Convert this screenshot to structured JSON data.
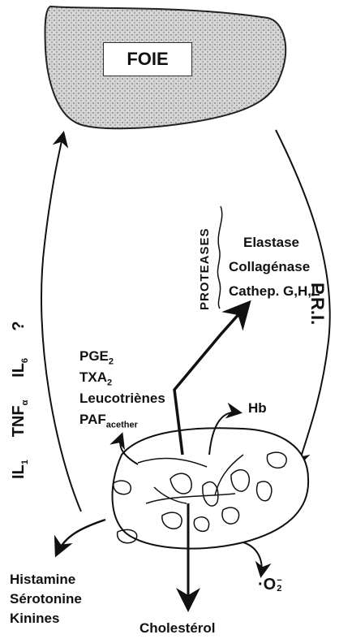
{
  "organ": {
    "label": "FOIE"
  },
  "left_arc": {
    "labels": [
      {
        "base": "IL",
        "sub": "1"
      },
      {
        "base": "TNF",
        "sub": "α"
      },
      {
        "base": "IL",
        "sub": "6"
      },
      {
        "base": "?",
        "sub": ""
      }
    ]
  },
  "right_arc": {
    "label": "P.R.I."
  },
  "proteases": {
    "group_label": "PROTEASES",
    "items": [
      "Elastase",
      "Collagénase",
      "Cathep. G,H,L"
    ]
  },
  "mediators": {
    "items": [
      {
        "base": "PGE",
        "sub": "2"
      },
      {
        "base": "TXA",
        "sub": "2"
      },
      {
        "base": "Leucotriènes",
        "sub": ""
      },
      {
        "base": "PAF",
        "sub": "acether"
      }
    ]
  },
  "hb": {
    "label": "Hb"
  },
  "amines": {
    "items": [
      "Histamine",
      "Sérotonine",
      "Kinines"
    ]
  },
  "cholesterol": {
    "label": "Cholestérol"
  },
  "superoxide": {
    "prefix": "·",
    "base": "O",
    "sub": "2",
    "sup": "−"
  }
}
